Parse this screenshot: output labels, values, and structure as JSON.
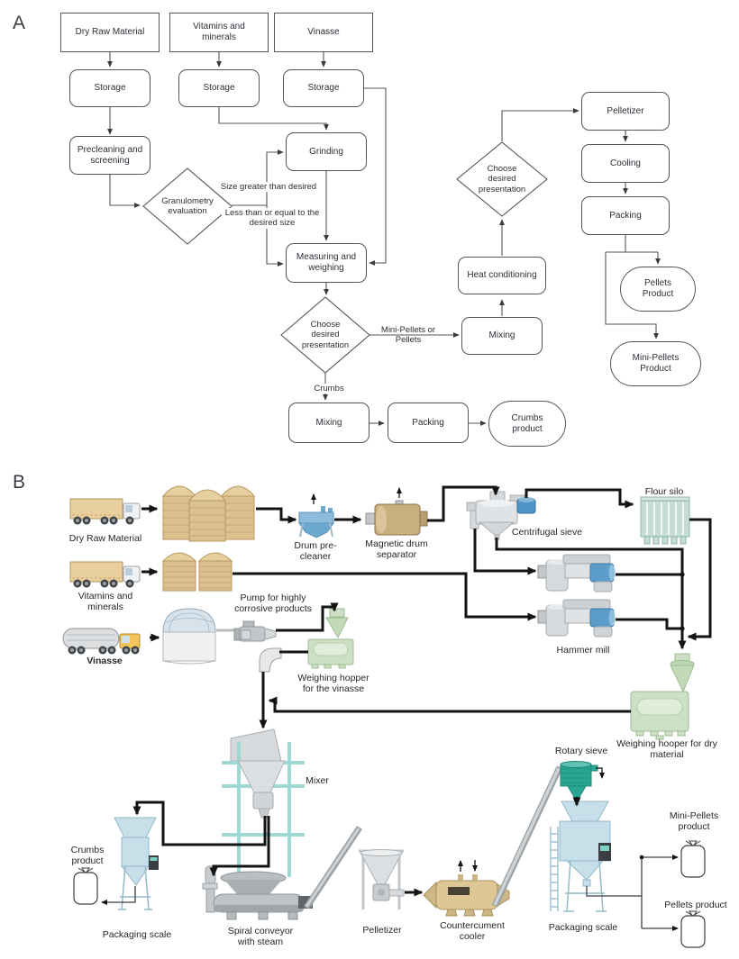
{
  "panel_a": {
    "section_label": "A",
    "nodes": {
      "dry_raw_material": "Dry Raw Material",
      "vitamins_minerals": "Vitamins and minerals",
      "vinasse": "Vinasse",
      "storage_1": "Storage",
      "storage_2": "Storage",
      "storage_3": "Storage",
      "precleaning": "Precleaning and screening",
      "granulometry": "Granulometry evaluation",
      "grinding": "Grinding",
      "measuring": "Measuring and weighing",
      "choose_1": "Choose desired presentation",
      "mixing_pellets": "Mixing",
      "heat_conditioning": "Heat conditioning",
      "choose_2": "Choose desired presentation",
      "pelletizer": "Pelletizer",
      "cooling": "Cooling",
      "packing_pellets": "Packing",
      "pellets_product": "Pellets Product",
      "mini_pellets_product": "Mini-Pellets Product",
      "mixing_crumbs": "Mixing",
      "packing_crumbs": "Packing",
      "crumbs_product": "Crumbs product"
    },
    "edge_labels": {
      "size_greater": "Size greater than desired",
      "size_less": "Less than or equal to the desired size",
      "mini_or_pellets": "Mini-Pellets or Pellets",
      "crumbs": "Crumbs"
    }
  },
  "panel_b": {
    "section_label": "B",
    "labels": {
      "dry_raw_material": "Dry Raw Material",
      "vitamins_minerals": "Vitamins and minerals",
      "vinasse": "Vinasse",
      "drum_pre_cleaner": "Drum pre-cleaner",
      "magnetic_drum_separator": "Magnetic drum separator",
      "centrifugal_sieve": "Centrifugal sieve",
      "flour_silo": "Flour silo",
      "hammer_mill": "Hammer mill",
      "pump": "Pump for highly corrosive products",
      "weighing_hopper_vinasse": "Weighing hopper for the vinasse",
      "weighing_hopper_dry": "Weighing hooper for dry material",
      "rotary_sieve": "Rotary sieve",
      "mixer": "Mixer",
      "crumbs_product": "Crumbs product",
      "packaging_scale_left": "Packaging scale",
      "spiral_conveyor": "Spiral conveyor with steam",
      "pelletizer": "Pelletizer",
      "countercurrent_cooler": "Countercument cooler",
      "packaging_scale_right": "Packaging scale",
      "mini_pellets_product": "Mini-Pellets product",
      "pellets_product": "Pellets product"
    },
    "colors": {
      "silo_tan": "#ddc08f",
      "equipment_green": "#cde0c5",
      "equipment_blue_scale": "#c6dfe9",
      "drum_blue": "#6da9cf",
      "machine_blue": "#5b9cc8",
      "rotary_teal": "#2aa794",
      "cooler_tan": "#ddc795",
      "line_black": "#141414"
    }
  }
}
